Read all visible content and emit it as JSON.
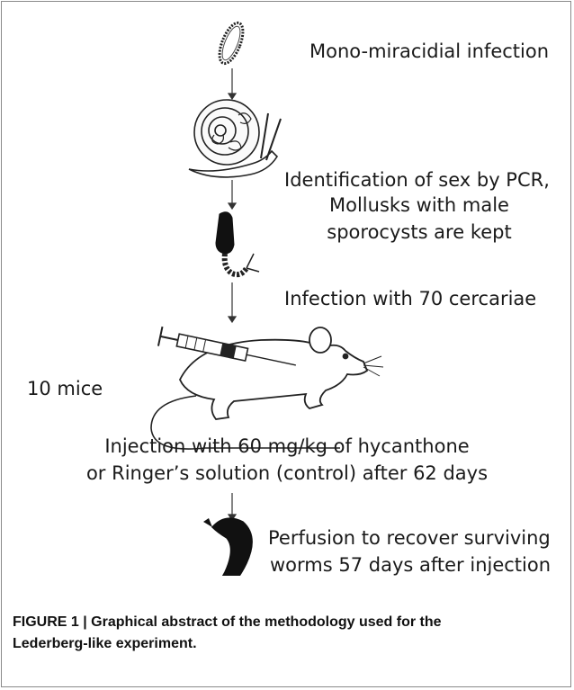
{
  "steps": {
    "step1": "Mono-miracidial infection",
    "step2_line1": "Identification of sex by PCR,",
    "step2_line2": "Mollusks with male",
    "step2_line3": "sporocysts are kept",
    "step3": "Infection with 70 cercariae",
    "mice_label": "10 mice",
    "step4_line1": "Injection with 60 mg/kg of hycanthone",
    "step4_line2": "or Ringer’s solution (control) after 62 days",
    "step5_line1": "Perfusion to recover surviving",
    "step5_line2": "worms 57 days after injection"
  },
  "caption": {
    "line1": "FIGURE 1 | Graphical abstract of the methodology used for the",
    "line2": "Lederberg-like experiment."
  },
  "icons": [
    "miracidium-icon",
    "snail-icon",
    "cercaria-icon",
    "mouse-with-syringe-icon",
    "worm-icon"
  ],
  "colors": {
    "ink": "#1a1a1a",
    "frame": "#8a8a8a",
    "background": "#ffffff"
  }
}
